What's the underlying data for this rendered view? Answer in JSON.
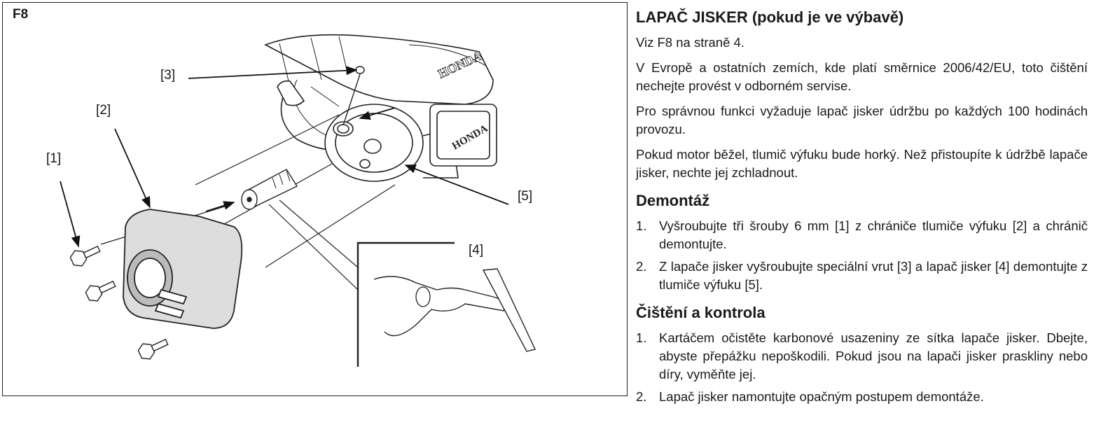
{
  "figure": {
    "label": "F8",
    "callouts": {
      "c1": "[1]",
      "c2": "[2]",
      "c3": "[3]",
      "c4": "[4]",
      "c5": "[5]"
    },
    "brand_text": "HONDA"
  },
  "text": {
    "title": "LAPAČ JISKER (pokud je ve výbavě)",
    "intro": [
      "Viz F8 na straně 4.",
      "V Evropě a ostatních zemích, kde platí směrnice 2006/42/EU, toto čištění nechejte provést v odborném servise.",
      "Pro správnou funkci vyžaduje lapač jisker údržbu po každých 100 hodinách provozu.",
      "Pokud motor běžel, tlumič výfuku bude horký. Než přistoupíte k údržbě lapače jisker, nechte jej zchladnout."
    ],
    "sections": [
      {
        "heading": "Demontáž",
        "steps": [
          {
            "num": "1.",
            "text": "Vyšroubujte tři šrouby 6 mm [1] z chrániče tlumiče výfuku [2] a chránič demontujte."
          },
          {
            "num": "2.",
            "text": "Z lapače jisker vyšroubujte speciální vrut [3] a lapač jisker [4] demontujte z tlumiče výfuku [5]."
          }
        ]
      },
      {
        "heading": "Čištění a kontrola",
        "steps": [
          {
            "num": "1.",
            "text": "Kartáčem očistěte karbonové usazeniny ze sítka lapače jisker. Dbejte, abyste přepážku nepoškodili. Pokud jsou na lapači jisker praskliny nebo díry, vyměňte jej."
          },
          {
            "num": "2.",
            "text": "Lapač jisker namontujte opačným postupem demontáže."
          }
        ]
      }
    ]
  }
}
